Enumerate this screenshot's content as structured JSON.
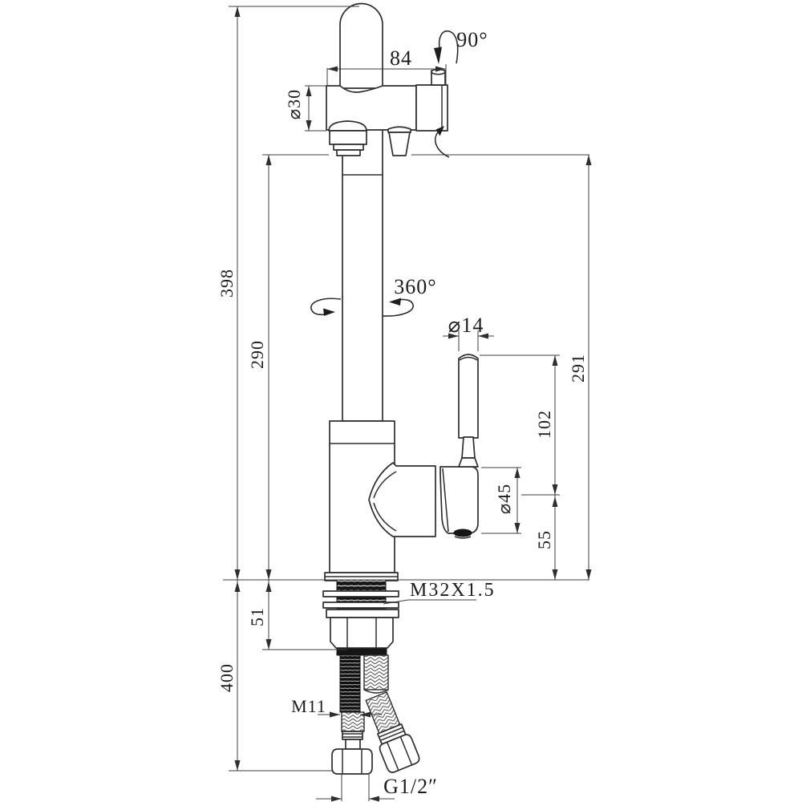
{
  "drawing": {
    "kind": "faucet technical dimension drawing",
    "units": "mm",
    "line_color": "#2e2e2e",
    "background": "#ffffff"
  },
  "dims": {
    "overall_height": "398",
    "spout_outlet_height_left": "290",
    "below_counter_length": "400",
    "counter_clamp_depth": "51",
    "head_width": "84",
    "spout_diameter": "⌀30",
    "head_tilt_angle": "90°",
    "swivel_angle": "360°",
    "handle_diameter": "⌀14",
    "outlet_height_right": "291",
    "handle_length": "102",
    "valve_body_diameter": "⌀45",
    "valve_outlet_height": "55",
    "mounting_thread": "M32X1.5",
    "stud_thread": "M11",
    "hose_thread": "G1/2″"
  }
}
